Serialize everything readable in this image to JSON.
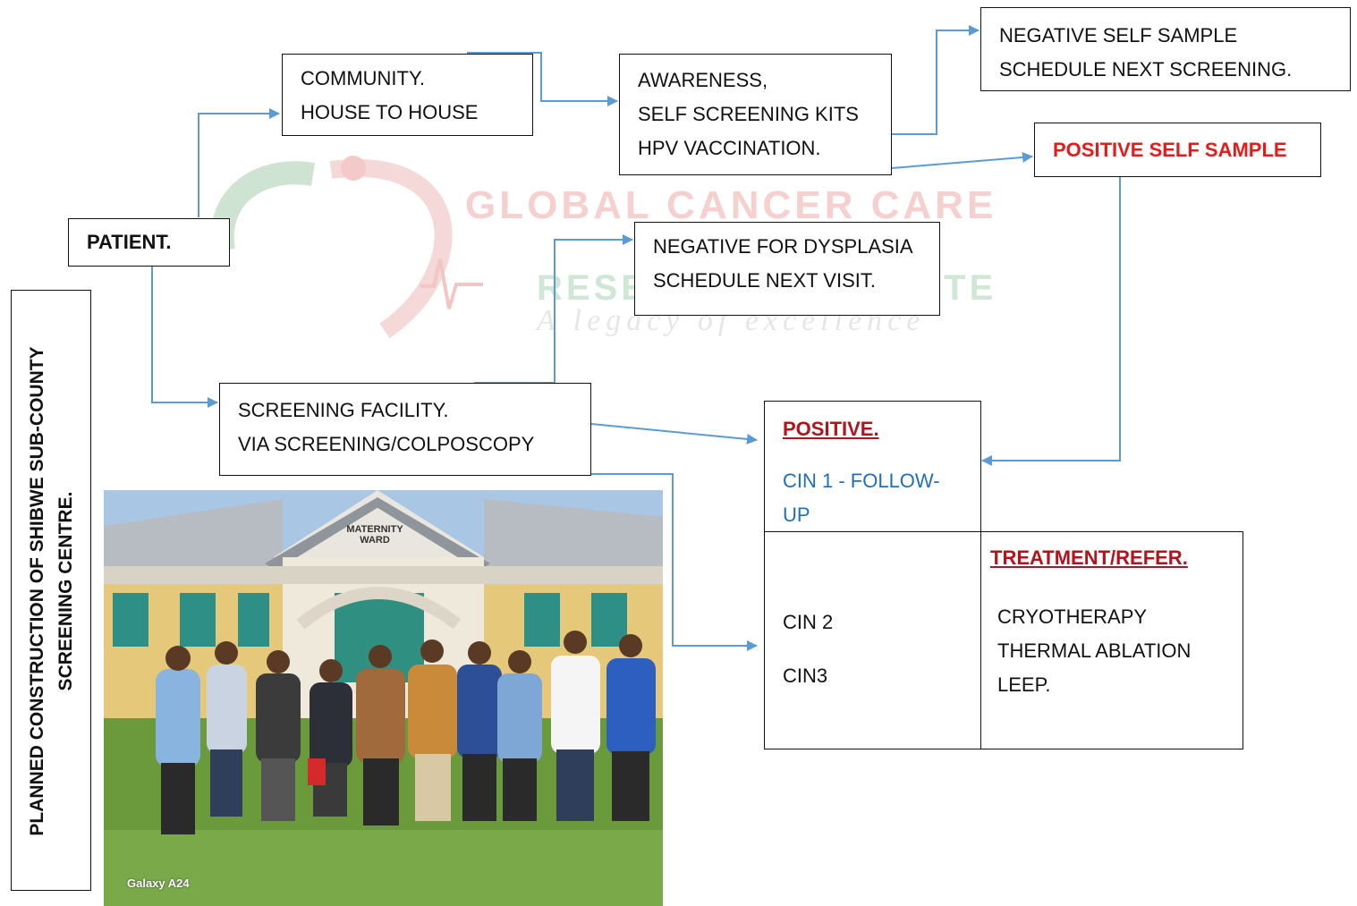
{
  "nodes": {
    "community": [
      "COMMUNITY.",
      "HOUSE TO HOUSE"
    ],
    "awareness": [
      "AWARENESS,",
      "SELF SCREENING KITS",
      "HPV VACCINATION."
    ],
    "negative_self": [
      "NEGATIVE SELF SAMPLE",
      "SCHEDULE NEXT SCREENING."
    ],
    "positive_self": "POSITIVE SELF SAMPLE",
    "patient": "PATIENT.",
    "negative_dysplasia": [
      "NEGATIVE FOR DYSPLASIA",
      "SCHEDULE NEXT VISIT."
    ],
    "screening_facility": [
      "SCREENING FACILITY.",
      "VIA SCREENING/COLPOSCOPY"
    ],
    "positive": {
      "title": "POSITIVE.",
      "cin1": [
        "CIN 1 - FOLLOW-",
        "UP"
      ]
    },
    "cin_high": [
      "CIN 2",
      "CIN3"
    ],
    "treatment": {
      "title": "TREATMENT/REFER.",
      "items": [
        "CRYOTHERAPY",
        "THERMAL ABLATION",
        "LEEP."
      ]
    }
  },
  "caption": [
    "PLANNED CONSTRUCTION OF SHIBWE SUB-COUNTY",
    "SCREENING CENTRE."
  ],
  "watermark": {
    "title": "GLOBAL CANCER CARE",
    "subtitle": "RESEARCH INSTITUTE",
    "tagline": "A legacy of excellence"
  },
  "photo": {
    "sign": [
      "MATERNITY",
      "WARD"
    ],
    "label": "Galaxy A24"
  },
  "colors": {
    "arrow": "#5b9bd5",
    "positive_red": "#e31b1b",
    "heading_dark_red": "#b0141c",
    "cin1_blue": "#1f6fbf"
  }
}
